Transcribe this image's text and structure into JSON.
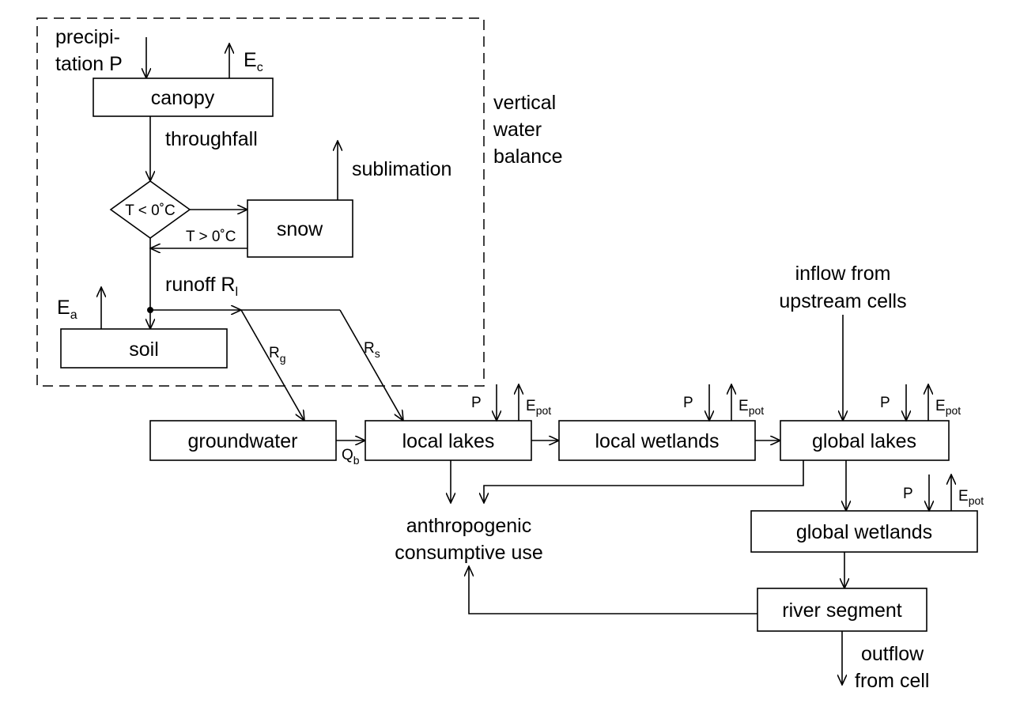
{
  "diagram": {
    "region_label": [
      "vertical",
      "water",
      "balance"
    ],
    "boxes": {
      "canopy": "canopy",
      "snow": "snow",
      "soil": "soil",
      "groundwater": "groundwater",
      "local_lakes": "local lakes",
      "local_wetlands": "local wetlands",
      "global_lakes": "global lakes",
      "global_wetlands": "global wetlands",
      "river_segment": "river segment"
    },
    "decision": {
      "condition": "T < 0˚C",
      "return_condition": "T > 0˚C"
    },
    "flows": {
      "precipitation": [
        "precipi-",
        "tation P"
      ],
      "canopy_evaporation": {
        "base": "E",
        "sub": "c"
      },
      "throughfall": "throughfall",
      "sublimation": "sublimation",
      "runoff": {
        "base": "runoff R",
        "sub": "l"
      },
      "soil_evaporation": {
        "base": "E",
        "sub": "a"
      },
      "groundwater_recharge": {
        "base": "R",
        "sub": "g"
      },
      "surface_runoff": {
        "base": "R",
        "sub": "s"
      },
      "baseflow": {
        "base": "Q",
        "sub": "b"
      },
      "inflow": [
        "inflow from",
        "upstream cells"
      ],
      "outflow": [
        "outflow",
        "from cell"
      ],
      "consumptive_use": [
        "anthropogenic",
        "consumptive use"
      ],
      "precip_short": "P",
      "potential_evaporation": {
        "base": "E",
        "sub": "pot"
      }
    }
  }
}
